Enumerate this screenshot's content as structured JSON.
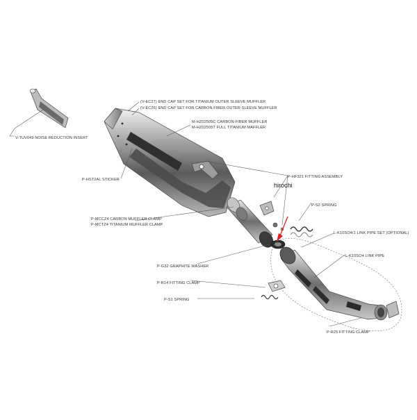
{
  "watermark": "hirochi",
  "labels": {
    "noise_insert": "V-TUV049  NOISE REDUCTION INSERT",
    "end_cap_ti": "(V-EC27)  END CAP SET FOR TITANIUM OUTER SLEEVE MUFFLER",
    "end_cap_cf": "(V-EC26)  END CAP SET FOR CARBON FIBER OUTER SLEEVE MUFFLER",
    "muffler_cf": "M-HZ02505C  CARBON-FIBER MUFFLER",
    "muffler_ti": "M-HZ02505T  FULL TITANIUM MAFFLER",
    "sticker": "P-HST2AL  STICKER",
    "fitting_assembly": "P-HF321  FITTING ASSEMBLY",
    "spring_s2": "P-S2  SPRING",
    "clamp_carbon": "P-MCCZ4  CARBON MUFFLER CLAMP",
    "clamp_titanium": "P-MCTZ4  TITANIUM MUFFLER CLAMP",
    "link_pipe_set": "L-K10SO4/1  LINK PIPE SET (OPTIONAL)",
    "link_pipe": "L-K10SO4  LINK PIPE",
    "graphite_washer": "P-G32  GRAPHITE WASHER",
    "fitting_clamp_r14": "P-R14  FITTING CLAMP",
    "spring_s1": "P-S1  SPRING",
    "fitting_clamp_r25": "P-R25  FITTING CLAMP"
  },
  "colors": {
    "arrow": "#e02020",
    "line": "#555555",
    "metal_dark": "#3a3a3a",
    "metal_mid": "#8a8a8a",
    "metal_light": "#d4d4d4"
  }
}
